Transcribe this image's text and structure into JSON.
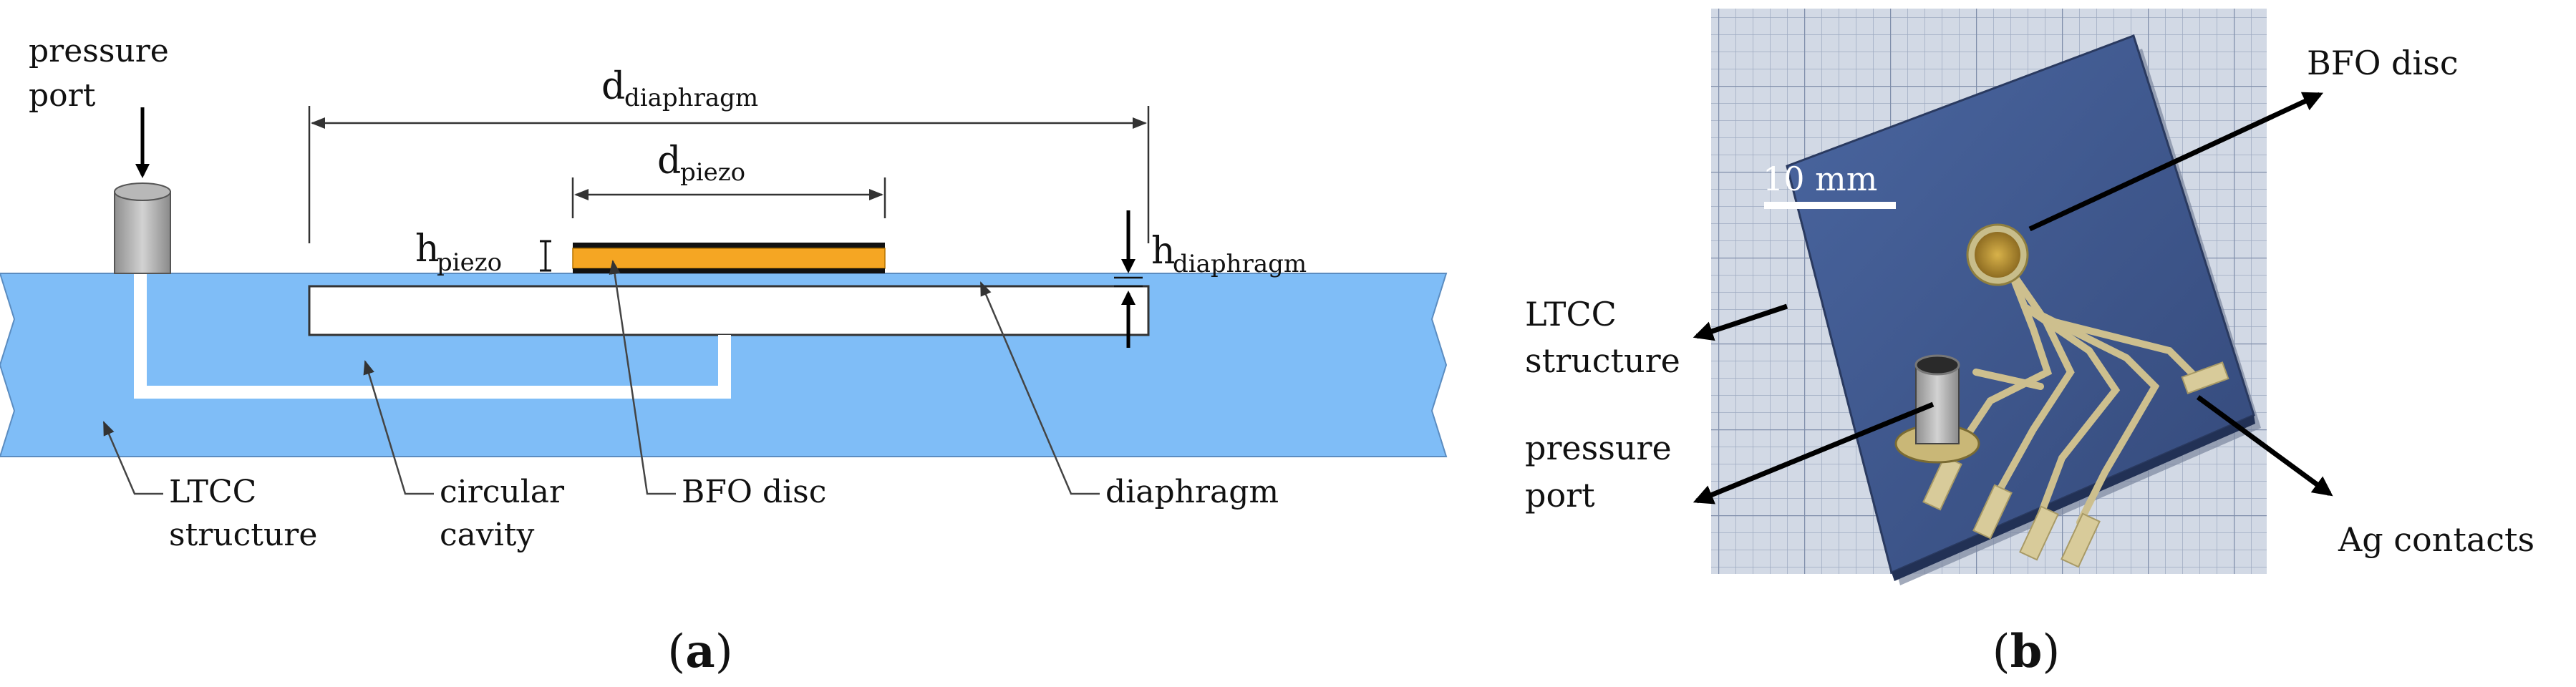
{
  "panel_a": {
    "caption": {
      "open": "(",
      "letter": "a",
      "close": ")"
    },
    "labels": {
      "pressure_port": [
        "pressure",
        "port"
      ],
      "ltcc_structure": [
        "LTCC",
        "structure"
      ],
      "circular_cavity": [
        "circular",
        "cavity"
      ],
      "bfo_disc": "BFO disc",
      "diaphragm": "diaphragm"
    },
    "dims": {
      "d_diaphragm": {
        "main": "d",
        "sub": "diaphragm"
      },
      "d_piezo": {
        "main": "d",
        "sub": "piezo"
      },
      "h_piezo": {
        "main": "h",
        "sub": "piezo"
      },
      "h_diaphragm": {
        "main": "h",
        "sub": "diaphragm"
      }
    },
    "colors": {
      "substrate": "#7fbdf7",
      "piezo": "#f5a623",
      "electrode": "#111111",
      "port": "#a8a8a8"
    }
  },
  "panel_b": {
    "caption": {
      "open": "(",
      "letter": "b",
      "close": ")"
    },
    "labels": {
      "bfo_disc": "BFO disc",
      "ltcc_structure": [
        "LTCC",
        "structure"
      ],
      "pressure_port": [
        "pressure",
        "port"
      ],
      "ag_contacts": "Ag contacts",
      "scale_bar": "10 mm"
    },
    "colors": {
      "board": "#3f5a8e",
      "grid_bg": "#cfd6e2",
      "silver": "#cfc39a"
    }
  }
}
